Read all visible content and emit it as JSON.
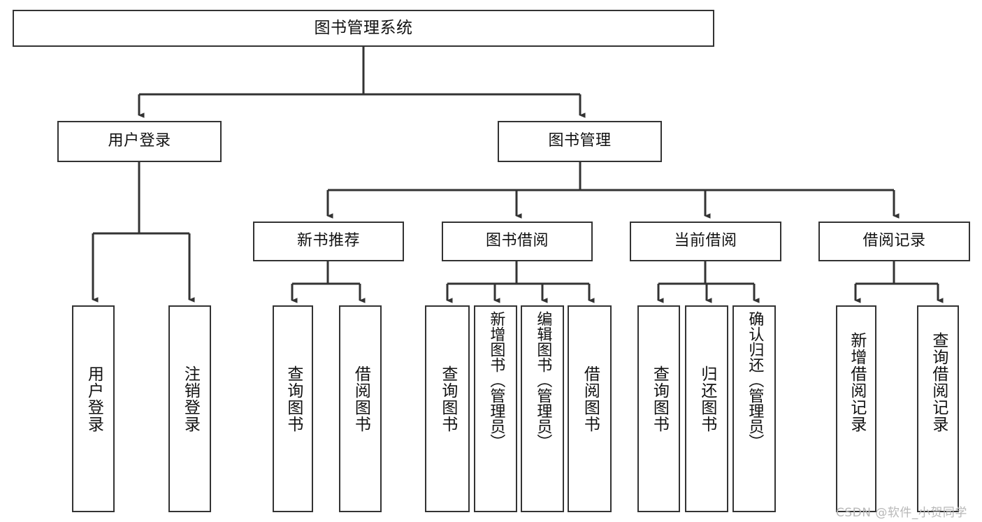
{
  "diagram": {
    "title": "图书管理系统",
    "type": "tree",
    "watermark": "CSDN @软件_小贺同学",
    "colors": {
      "stroke": "#333333",
      "fill": "#ffffff",
      "text": "#111111",
      "watermark": "#b8b8b8"
    },
    "nodes": {
      "root": {
        "label": "图书管理系统"
      },
      "level2": [
        {
          "id": "user-login",
          "label": "用户登录"
        },
        {
          "id": "book-manage",
          "label": "图书管理"
        }
      ],
      "level3": [
        {
          "id": "new-book-recommend",
          "label": "新书推荐"
        },
        {
          "id": "book-borrow",
          "label": "图书借阅"
        },
        {
          "id": "current-borrow",
          "label": "当前借阅"
        },
        {
          "id": "borrow-record",
          "label": "借阅记录"
        }
      ],
      "leaves": {
        "user_login": [
          {
            "id": "leaf-user-login",
            "label": "用户登录"
          },
          {
            "id": "leaf-logout",
            "label": "注销登录"
          }
        ],
        "new_book_recommend": [
          {
            "id": "leaf-query-book-1",
            "label": "查询图书"
          },
          {
            "id": "leaf-borrow-book-1",
            "label": "借阅图书"
          }
        ],
        "book_borrow": [
          {
            "id": "leaf-query-book-2",
            "label": "查询图书"
          },
          {
            "id": "leaf-add-book-admin",
            "label": "新增图书（管理员）"
          },
          {
            "id": "leaf-edit-book-admin",
            "label": "编辑图书（管理员）"
          },
          {
            "id": "leaf-borrow-book-2",
            "label": "借阅图书"
          }
        ],
        "current_borrow": [
          {
            "id": "leaf-query-book-3",
            "label": "查询图书"
          },
          {
            "id": "leaf-return-book",
            "label": "归还图书"
          },
          {
            "id": "leaf-confirm-return-admin",
            "label": "确认归还（管理员）"
          }
        ],
        "borrow_record": [
          {
            "id": "leaf-add-record",
            "label": "新增借阅记录"
          },
          {
            "id": "leaf-query-record",
            "label": "查询借阅记录"
          }
        ]
      }
    }
  }
}
